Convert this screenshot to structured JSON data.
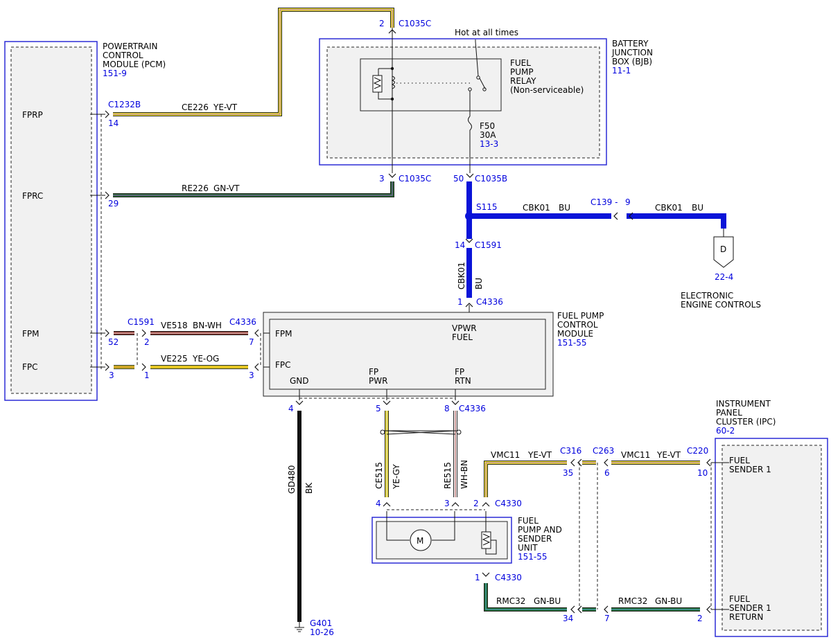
{
  "modules": {
    "pcm": {
      "name": [
        "POWERTRAIN",
        "CONTROL",
        "MODULE (PCM)"
      ],
      "ref": "151-9",
      "pins": [
        "FPRP",
        "FPRC",
        "FPM",
        "FPC"
      ]
    },
    "bjb": {
      "name": [
        "BATTERY",
        "JUNCTION",
        "BOX (BJB)"
      ],
      "ref": "11-1"
    },
    "hot_note": "Hot at all times",
    "relay": {
      "name": [
        "FUEL",
        "PUMP",
        "RELAY",
        "(Non-serviceable)"
      ]
    },
    "fuse": {
      "id": "F50",
      "rating": "30A",
      "ref": "13-3"
    },
    "fpcm": {
      "name": [
        "FUEL PUMP",
        "CONTROL",
        "MODULE"
      ],
      "ref": "151-55",
      "pins": {
        "fpm": "FPM",
        "fpc": "FPC",
        "vpwr": [
          "VPWR",
          "FUEL"
        ],
        "gnd": "GND",
        "fp_pwr": [
          "FP",
          "PWR"
        ],
        "fp_rtn": [
          "FP",
          "RTN"
        ]
      }
    },
    "pump_unit": {
      "name": [
        "FUEL",
        "PUMP AND",
        "SENDER",
        "UNIT"
      ],
      "ref": "151-55",
      "motor": "M"
    },
    "ipc": {
      "name": [
        "INSTRUMENT",
        "PANEL",
        "CLUSTER (IPC)"
      ],
      "ref": "60-2",
      "pins": {
        "sender": [
          "FUEL",
          "SENDER 1"
        ],
        "return": [
          "FUEL",
          "SENDER 1",
          "RETURN"
        ]
      }
    },
    "eec": {
      "name": [
        "ELECTRONIC",
        "ENGINE CONTROLS"
      ],
      "ref": "22-4",
      "letter": "D"
    }
  },
  "connectors": {
    "c1035c_top": {
      "pin": "2",
      "name": "C1035C"
    },
    "c1035c_bot": {
      "pin": "3",
      "name": "C1035C"
    },
    "c1035b": {
      "pin": "50",
      "name": "C1035B"
    },
    "s115": "S115",
    "c139": {
      "name": "C139 -",
      "pin": "9"
    },
    "c1591_top": {
      "pin": "14",
      "name": "C1591"
    },
    "c4336_top": {
      "pin": "1",
      "name": "C4336"
    },
    "c1232b": {
      "name": "C1232B",
      "pin": "14"
    },
    "pcm_fprc_pin": "29",
    "c1591_left": {
      "name": "C1591",
      "pcm_pin_fpm": "52",
      "pin_fpm": "2",
      "pcm_pin_fpc": "3",
      "pin_fpc": "1"
    },
    "c4336_left": {
      "name": "C4336",
      "pin_fpm": "7",
      "pin_fpc": "3"
    },
    "c4336_bot": {
      "pin_gnd": "4",
      "pin_pwr": "5",
      "pin_rtn": "8",
      "name": "C4336"
    },
    "c4330_top": {
      "pin_pwr": "4",
      "pin_rtn": "3",
      "pin_sig": "2",
      "name": "C4330"
    },
    "c4330_bot": {
      "pin": "1",
      "name": "C4330"
    },
    "c316": {
      "name": "C316",
      "pin_sig": "35",
      "pin_ret": "34"
    },
    "c263": {
      "name": "C263",
      "pin_sig": "6",
      "pin_ret": "7"
    },
    "c220": {
      "name": "C220",
      "pin_sig": "10",
      "pin_ret": "2"
    },
    "g401": {
      "name": "G401",
      "ref": "10-26"
    }
  },
  "wires": {
    "ce226": {
      "circuit": "CE226",
      "color": "YE-VT"
    },
    "re226": {
      "circuit": "RE226",
      "color": "GN-VT"
    },
    "cbk01_main": {
      "circuit": "CBK01",
      "color": "BU"
    },
    "cbk01_eec": {
      "circuit": "CBK01",
      "color": "BU"
    },
    "cbk01_vert": {
      "circuit": "CBK01",
      "color": "BU"
    },
    "ve518": {
      "circuit": "VE518",
      "color": "BN-WH"
    },
    "ve225": {
      "circuit": "VE225",
      "color": "YE-OG"
    },
    "gd480": {
      "circuit": "GD480",
      "color": "BK"
    },
    "ce515": {
      "circuit": "CE515",
      "color": "YE-GY"
    },
    "re515": {
      "circuit": "RE515",
      "color": "WH-BN"
    },
    "vmc11_a": {
      "circuit": "VMC11",
      "color": "YE-VT"
    },
    "vmc11_b": {
      "circuit": "VMC11",
      "color": "YE-VT"
    },
    "rmc32_a": {
      "circuit": "RMC32",
      "color": "GN-BU"
    },
    "rmc32_b": {
      "circuit": "RMC32",
      "color": "GN-BU"
    }
  },
  "colors": {
    "label_blue": "#0000dd",
    "module_border": "#2b2bd6",
    "yellow": "#f2e62a",
    "green": "#1f6b2a",
    "blue": "#0a14d8",
    "brown": "#8a2a22",
    "black": "#111111",
    "violet": "#9a55c8",
    "white": "#ffffff",
    "gray_trace": "#c0b9d8"
  }
}
